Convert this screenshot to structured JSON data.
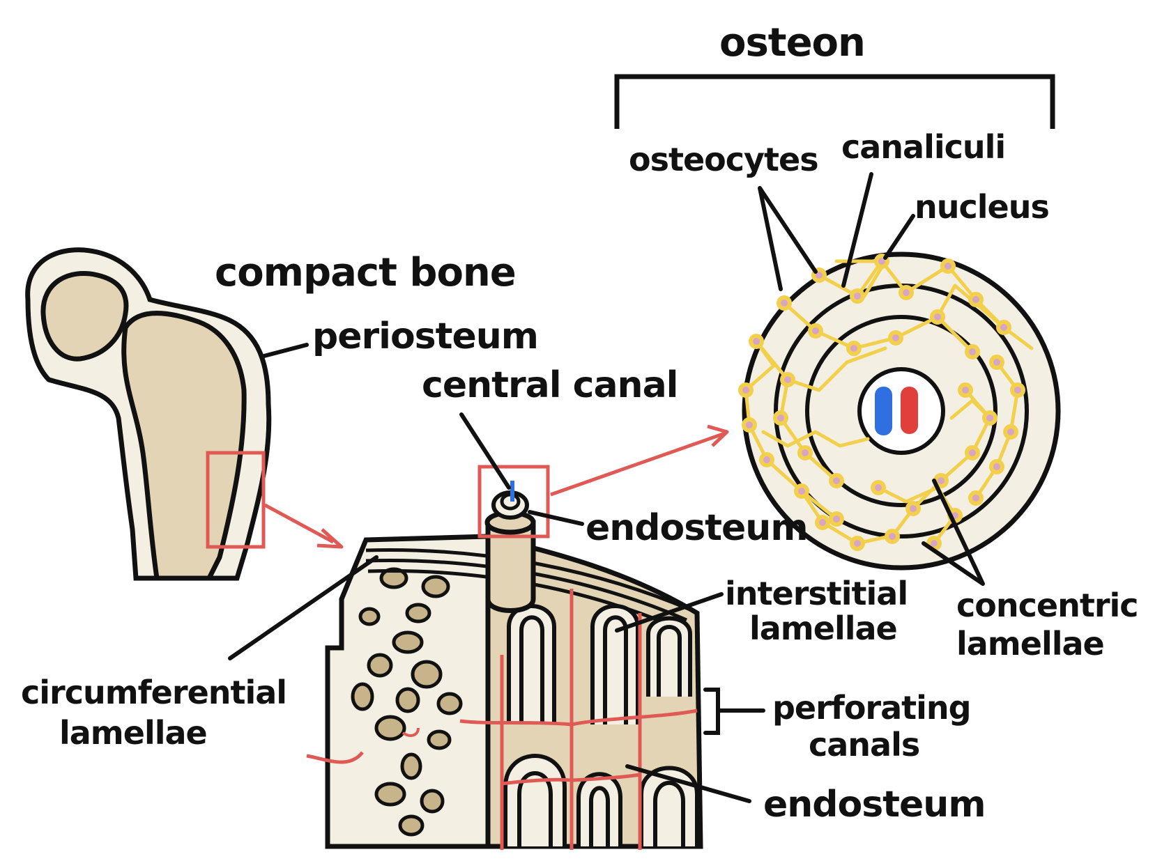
{
  "labels": {
    "osteon": "osteon",
    "osteocytes": "osteocytes",
    "canaliculi": "canaliculi",
    "nucleus": "nucleus",
    "compact_bone": "compact bone",
    "periosteum": "periosteum",
    "central_canal": "central canal",
    "endosteum_top": "endosteum",
    "interstitial_line1": "interstitial",
    "interstitial_line2": "lamellae",
    "concentric_line1": "concentric",
    "concentric_line2": "lamellae",
    "circumferential_line1": "circumferential",
    "circumferential_line2": "lamellae",
    "perforating_line1": "perforating",
    "perforating_line2": "canals",
    "endosteum_bottom": "endosteum"
  },
  "colors": {
    "outline": "#111111",
    "bone_fill": "#e2d4b4",
    "bone_light": "#f3efe3",
    "highlight_red": "#e05a55",
    "vessel_blue": "#2f6fe0",
    "vessel_red": "#e0403c",
    "canaliculi_yellow": "#f2d04c",
    "osteocyte_pink": "#d8a6c4",
    "lacunae_tan": "#c8b48a"
  }
}
